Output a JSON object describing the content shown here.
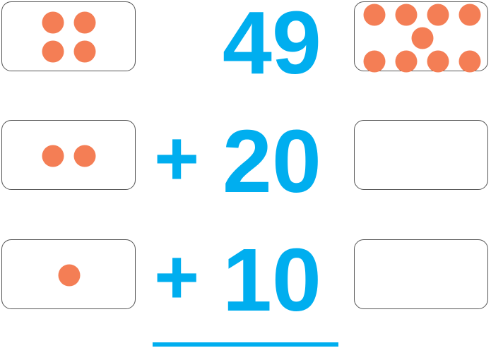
{
  "rows": [
    {
      "operator": "",
      "number": "49",
      "left_dots": 4,
      "right_dots": 9
    },
    {
      "operator": "+",
      "number": "20",
      "left_dots": 2,
      "right_dots": 0
    },
    {
      "operator": "+",
      "number": "10",
      "left_dots": 1,
      "right_dots": 0
    }
  ],
  "colors": {
    "dot": "#F47E55",
    "number": "#00AEEF",
    "border": "#555555"
  }
}
